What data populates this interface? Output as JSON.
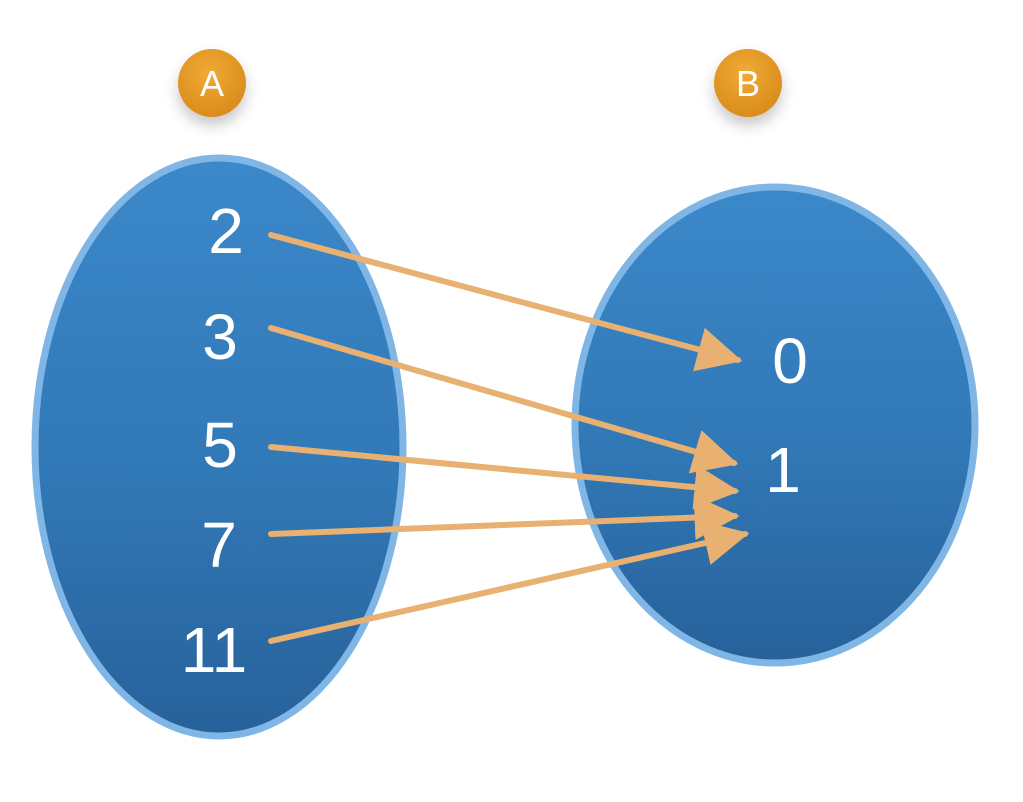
{
  "sets": {
    "domain": {
      "label": "A",
      "elements": [
        "2",
        "3",
        "5",
        "7",
        "11"
      ]
    },
    "codomain": {
      "label": "B",
      "elements": [
        "0",
        "1"
      ]
    }
  },
  "mappings": [
    {
      "from": "2",
      "to": "0"
    },
    {
      "from": "3",
      "to": "1"
    },
    {
      "from": "5",
      "to": "1"
    },
    {
      "from": "7",
      "to": "1"
    },
    {
      "from": "11",
      "to": "1"
    }
  ],
  "colors": {
    "set_fill_top": "#3a87c9",
    "set_fill_bottom": "#2a639b",
    "set_border": "#7fb6e6",
    "badge_fill": "#e39a24",
    "badge_shadow": "#c07a10",
    "arrow": "#e8b071",
    "text": "#ffffff"
  }
}
